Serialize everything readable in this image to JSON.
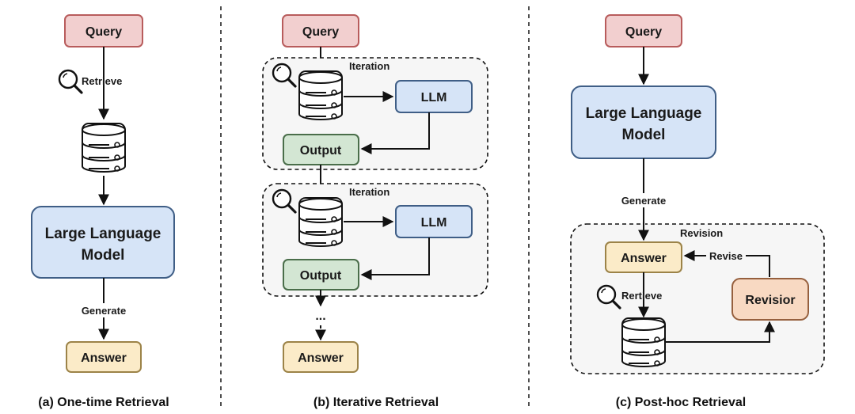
{
  "colors": {
    "query_fill": "#F2CFCF",
    "query_stroke": "#B85C5C",
    "llm_fill": "#D6E4F7",
    "llm_stroke": "#3F5E86",
    "output_fill": "#D3E6D3",
    "output_stroke": "#4A6E4A",
    "answer_fill": "#FBEBC8",
    "answer_stroke": "#9C8348",
    "revisor_fill": "#F8D9C2",
    "revisor_stroke": "#96603E",
    "region_fill": "#F6F6F6"
  },
  "panel_a": {
    "query": "Query",
    "retrieve_label": "Retrieve",
    "llm_line1": "Large Language",
    "llm_line2": "Model",
    "generate_label": "Generate",
    "answer": "Answer",
    "caption": "(a) One-time Retrieval"
  },
  "panel_b": {
    "query": "Query",
    "iterations": [
      {
        "label": "Iteration",
        "llm": "LLM",
        "output": "Output"
      },
      {
        "label": "Iteration",
        "llm": "LLM",
        "output": "Output"
      }
    ],
    "ellipsis": "...",
    "answer": "Answer",
    "caption": "(b) Iterative Retrieval"
  },
  "panel_c": {
    "query": "Query",
    "llm_line1": "Large Language",
    "llm_line2": "Model",
    "generate_label": "Generate",
    "revision_label": "Revision",
    "answer": "Answer",
    "revise_label": "Revise",
    "retrieve_label": "Rertieve",
    "revisor": "Revisior",
    "caption": "(c) Post-hoc Retrieval"
  },
  "icons": [
    "search-icon",
    "database-icon"
  ]
}
